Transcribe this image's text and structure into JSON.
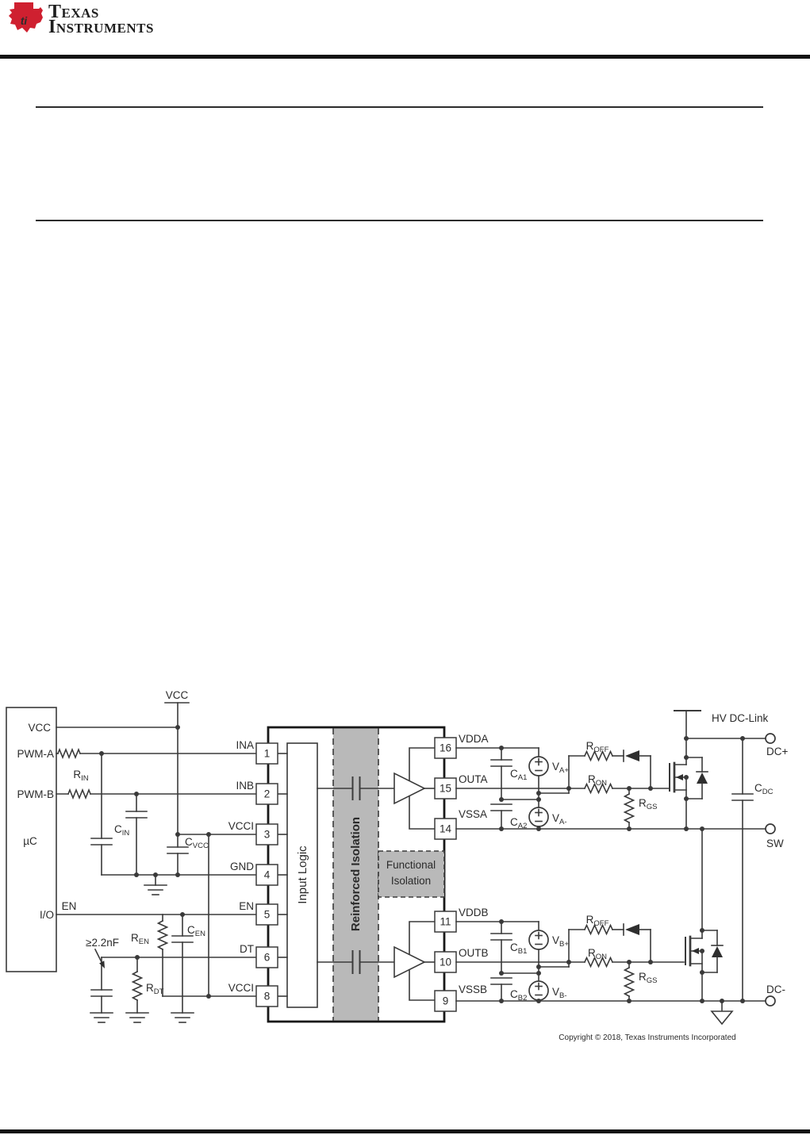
{
  "page": {
    "brand": {
      "logo_letters": "ti",
      "line1": "Texas",
      "line2": "Instruments"
    },
    "copyright": "Copyright © 2018, Texas Instruments Incorporated"
  },
  "schematic": {
    "mcu": {
      "title": "µC",
      "pins": {
        "vcc": "VCC",
        "pwm_a": "PWM-A",
        "pwm_b": "PWM-B",
        "io": "I/O"
      }
    },
    "nets": {
      "vcc_supply": "VCC",
      "en": "EN",
      "dt_cap_value": "≥2.2nF",
      "hv_dc_link": "HV DC-Link",
      "dc_plus": "DC+",
      "sw": "SW",
      "dc_minus": "DC-"
    },
    "ic": {
      "blocks": {
        "input_logic": "Input Logic",
        "reinforced_isolation": "Reinforced Isolation",
        "functional_isolation_line1": "Functional",
        "functional_isolation_line2": "Isolation"
      },
      "left_pins": [
        {
          "num": "1",
          "label": "INA"
        },
        {
          "num": "2",
          "label": "INB"
        },
        {
          "num": "3",
          "label": "VCCI"
        },
        {
          "num": "4",
          "label": "GND"
        },
        {
          "num": "5",
          "label": "EN"
        },
        {
          "num": "6",
          "label": "DT"
        },
        {
          "num": "8",
          "label": "VCCI"
        }
      ],
      "right_pins": [
        {
          "num": "16",
          "label": "VDDA"
        },
        {
          "num": "15",
          "label": "OUTA"
        },
        {
          "num": "14",
          "label": "VSSA"
        },
        {
          "num": "11",
          "label": "VDDB"
        },
        {
          "num": "10",
          "label": "OUTB"
        },
        {
          "num": "9",
          "label": "VSSB"
        }
      ]
    },
    "parts": {
      "rin": {
        "m": "R",
        "s": "IN"
      },
      "cin": {
        "m": "C",
        "s": "IN"
      },
      "cvcc": {
        "m": "C",
        "s": "VCC"
      },
      "ren": {
        "m": "R",
        "s": "EN"
      },
      "cen": {
        "m": "C",
        "s": "EN"
      },
      "rdt": {
        "m": "R",
        "s": "DT"
      },
      "roff": {
        "m": "R",
        "s": "OFF"
      },
      "ron": {
        "m": "R",
        "s": "ON"
      },
      "rgs": {
        "m": "R",
        "s": "GS"
      },
      "ca1": {
        "m": "C",
        "s": "A1"
      },
      "ca2": {
        "m": "C",
        "s": "A2"
      },
      "cb1": {
        "m": "C",
        "s": "B1"
      },
      "cb2": {
        "m": "C",
        "s": "B2"
      },
      "cdc": {
        "m": "C",
        "s": "DC"
      },
      "va_plus": {
        "m": "V",
        "s": "A+"
      },
      "va_minus": {
        "m": "V",
        "s": "A-"
      },
      "vb_plus": {
        "m": "V",
        "s": "B+"
      },
      "vb_minus": {
        "m": "V",
        "s": "B-"
      }
    }
  }
}
